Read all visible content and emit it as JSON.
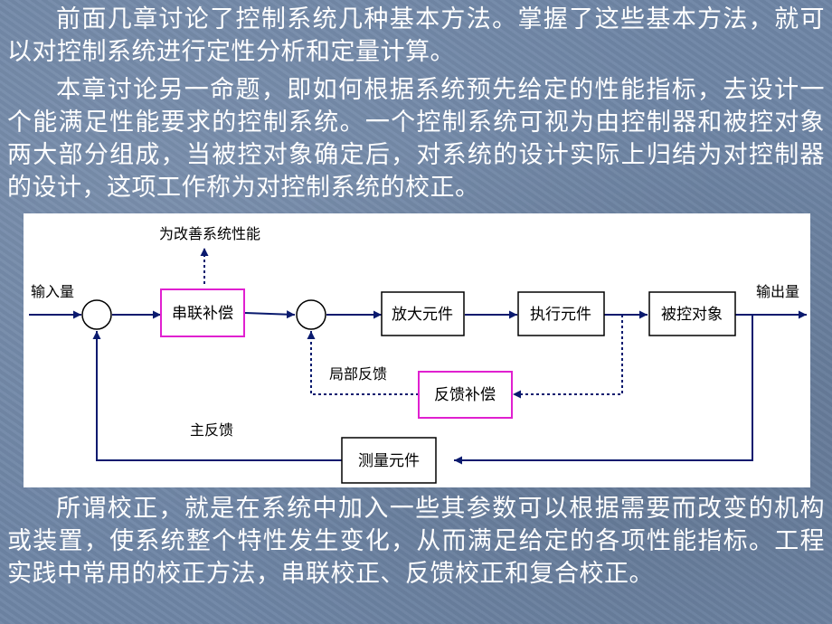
{
  "paragraphs": {
    "p1": "前面几章讨论了控制系统几种基本方法。掌握了这些基本方法，就可以对控制系统进行定性分析和定量计算。",
    "p2": "本章讨论另一命题，即如何根据系统预先给定的性能指标，去设计一个能满足性能要求的控制系统。一个控制系统可视为由控制器和被控对象两大部分组成，当被控对象确定后，对系统的设计实际上归结为对控制器的设计，这项工作称为对控制系统的校正。",
    "p3": "所谓校正，就是在系统中加入一些其参数可以根据需要而改变的机构或装置，使系统整个特性发生变化，从而满足给定的各项性能指标。工程实践中常用的校正方法，串联校正、反馈校正和复合校正。"
  },
  "diagram": {
    "labels": {
      "input": "输入量",
      "output": "输出量",
      "improve": "为改善系统性能",
      "local_feedback": "局部反馈",
      "main_feedback": "主反馈"
    },
    "blocks": {
      "series_comp": "串联补偿",
      "amplifier": "放大元件",
      "actuator": "执行元件",
      "plant": "被控对象",
      "feedback_comp": "反馈补偿",
      "sensor": "测量元件"
    },
    "colors": {
      "line": "#0a1a6e",
      "compensator_border": "#e020d0",
      "block_border": "#000000"
    }
  }
}
